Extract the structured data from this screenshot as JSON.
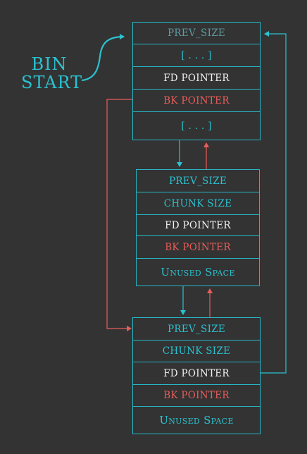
{
  "title_line1": "BIN",
  "title_line2": "START",
  "chunks": [
    {
      "cells": [
        "PREV_SIZE",
        "[ . . . ]",
        "FD POINTER",
        "BK POINTER",
        "[ . . . ]"
      ]
    },
    {
      "cells": [
        "PREV_SIZE",
        "CHUNK SIZE",
        "FD POINTER",
        "BK POINTER",
        "Unused Space"
      ]
    },
    {
      "cells": [
        "PREV_SIZE",
        "CHUNK SIZE",
        "FD POINTER",
        "BK POINTER",
        "Unused Space"
      ]
    }
  ],
  "colors": {
    "background": "#333333",
    "border": "#26b7c6",
    "cyan": "#2bc2d0",
    "red": "#e85d5a",
    "white": "#f1f1f1"
  }
}
